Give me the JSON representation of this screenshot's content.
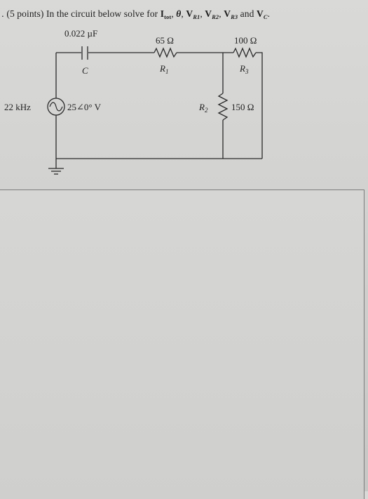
{
  "problem": {
    "prefix": ".",
    "points": "(5 points)",
    "text_before": " In the circuit below solve for ",
    "i_main": "I",
    "i_sub": "tot",
    "sep1": ", ",
    "theta": "θ",
    "sep2": ", ",
    "vr1_main": "V",
    "vr1_sub": "R1",
    "sep3": ", ",
    "vr2_main": "V",
    "vr2_sub": "R2",
    "sep4": ", ",
    "vr3_main": "V",
    "vr3_sub": "R3",
    "and": " and ",
    "vc_main": "V",
    "vc_sub": "C",
    "end": "."
  },
  "circuit": {
    "capacitor_value": "0.022 µF",
    "capacitor_name": "C",
    "r1_value": "65 Ω",
    "r1_name": "R",
    "r1_sub": "1",
    "r3_value": "100 Ω",
    "r3_name": "R",
    "r3_sub": "3",
    "r2_value": "150 Ω",
    "r2_name": "R",
    "r2_sub": "2",
    "source_frequency": "22 kHz",
    "source_value": "25∠0° V"
  },
  "answer_area": {
    "content": ""
  }
}
